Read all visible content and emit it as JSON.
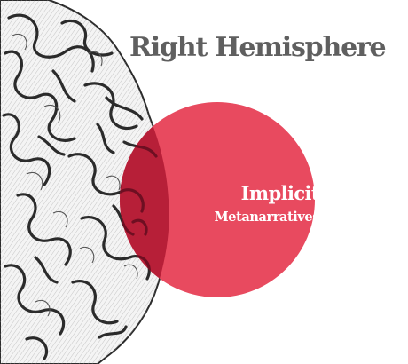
{
  "title": "Right Hemisphere",
  "circle": {
    "label_line1": "Implicit",
    "label_line2": "Metanarratives",
    "color": "#e84a5f"
  },
  "brain": {
    "icon": "brain-hemisphere-engraving-icon",
    "ink_color": "#2b2b2b"
  }
}
